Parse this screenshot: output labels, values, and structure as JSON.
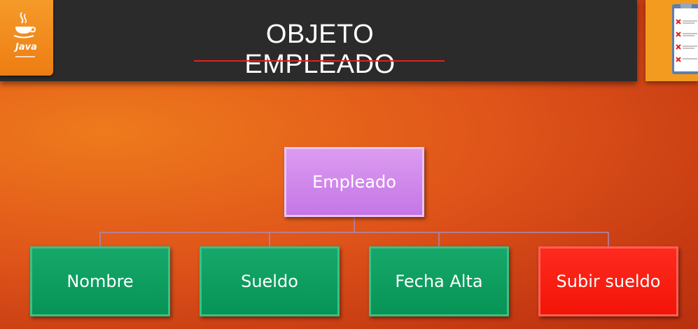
{
  "slide": {
    "title": "OBJETO EMPLEADO",
    "logo_text": "Java"
  },
  "diagram": {
    "root": {
      "label": "Empleado",
      "color": "#c97fea"
    },
    "children": [
      {
        "label": "Nombre",
        "color": "#0a9a5c"
      },
      {
        "label": "Sueldo",
        "color": "#0a9a5c"
      },
      {
        "label": "Fecha Alta",
        "color": "#0a9a5c"
      },
      {
        "label": "Subir sueldo",
        "color": "#f71b0e"
      }
    ]
  },
  "icons": {
    "logo": "java-logo-icon",
    "checklist": "checklist-clipboard-icon"
  }
}
